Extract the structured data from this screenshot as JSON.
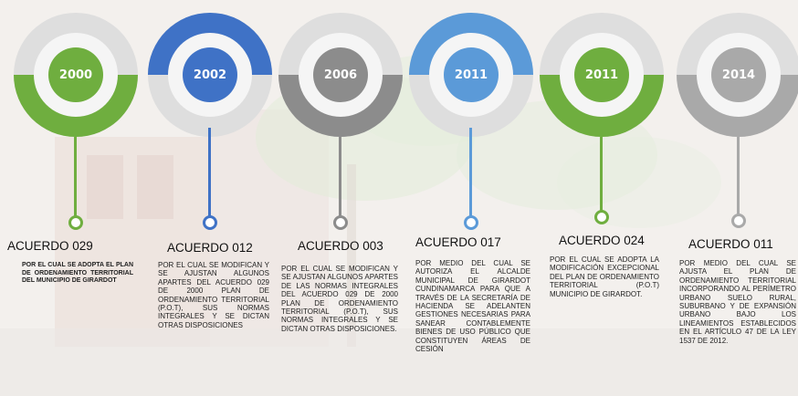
{
  "colors": {
    "green": "#6fae3f",
    "blue": "#3f72c6",
    "light_blue": "#5b9ad8",
    "gray": "#8c8c8c",
    "light_gray": "#a9a9a9"
  },
  "milestones": [
    {
      "year": "2000",
      "title": "ACUERDO 029",
      "description": "POR EL CUAL SE ADOPTA EL PLAN DE ORDENAMIENTO TERRITORIAL DEL MUNICIPIO DE GIRARDOT"
    },
    {
      "year": "2002",
      "title": "ACUERDO 012",
      "description": "POR EL CUAL SE MODIFICAN Y SE AJUSTAN ALGUNOS APARTES DEL ACUERDO 029 DE 2000 PLAN DE ORDENAMIENTO TERRITORIAL (P.O.T), SUS NORMAS INTEGRALES Y SE DICTAN OTRAS DISPOSICIONES"
    },
    {
      "year": "2006",
      "title": "ACUERDO 003",
      "description": "POR EL CUAL SE MODIFICAN Y SE AJUSTAN ALGUNOS APARTES DE LAS NORMAS INTEGRALES DEL ACUERDO 029 DE 2000 PLAN DE ORDENAMIENTO TERRITORIAL (P.O.T), SUS NORMAS INTEGRALES Y SE DICTAN OTRAS DISPOSICIONES."
    },
    {
      "year": "2011",
      "title": "ACUERDO 017",
      "description": "POR MEDIO DEL CUAL SE AUTORIZA EL ALCALDE MUNICIPAL DE GIRARDOT CUNDINAMARCA PARA QUE A TRAVÉS DE LA SECRETARÍA DE HACIENDA SE ADELANTEN GESTIONES NECESARIAS PARA SANEAR CONTABLEMENTE BIENES DE USO PÚBLICO QUE CONSTITUYEN ÁREAS DE CESIÓN"
    },
    {
      "year": "2011",
      "title": "ACUERDO 024",
      "description": "POR EL CUAL SE ADOPTA LA MODIFICACIÓN EXCEPCIONAL DEL PLAN DE ORDENAMIENTO TERRITORIAL (P.O.T) MUNICIPIO DE GIRARDOT."
    },
    {
      "year": "2014",
      "title": "ACUERDO 011",
      "description": "POR MEDIO DEL CUAL SE AJUSTA EL PLAN DE ORDENAMIENTO TERRITORIAL INCORPORANDO AL PERÍMETRO URBANO SUELO RURAL, SUBURBANO Y DE EXPANSIÓN URBANO BAJO LOS LINEAMIENTOS ESTABLECIDOS EN EL ARTÍCULO 47 DE LA LEY 1537 DE 2012."
    }
  ]
}
